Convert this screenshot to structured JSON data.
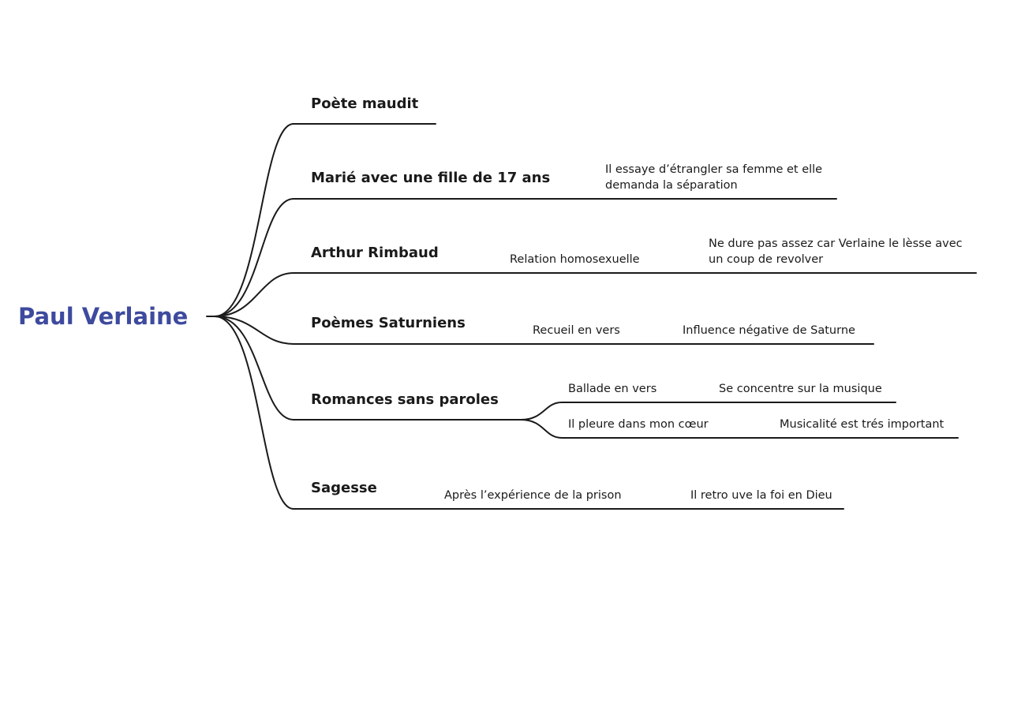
{
  "mindmap": {
    "root": {
      "label": "Paul Verlaine",
      "color": "#3d4a9e"
    },
    "line_color": "#1a1a1a",
    "branches": [
      {
        "label": "Poète maudit",
        "details": []
      },
      {
        "label": "Marié avec une fille de 17 ans",
        "details": [
          "Il essaye d’étrangler sa femme et elle demanda la séparation"
        ]
      },
      {
        "label": "Arthur Rimbaud",
        "details": [
          "Relation homosexuelle",
          "Ne dure pas assez car Verlaine le lèsse avec un coup de revolver"
        ]
      },
      {
        "label": "Poèmes Saturniens",
        "details": [
          "Recueil en vers",
          "Influence négative de Saturne"
        ]
      },
      {
        "label": "Romances sans paroles",
        "children": [
          {
            "details": [
              "Ballade en vers",
              "Se concentre sur la musique"
            ]
          },
          {
            "details": [
              "Il pleure dans mon cœur",
              "Musicalité est trés important"
            ]
          }
        ]
      },
      {
        "label": "Sagesse",
        "details": [
          "Après l’expérience de la prison",
          "Il retro uve la foi en Dieu"
        ]
      }
    ]
  }
}
